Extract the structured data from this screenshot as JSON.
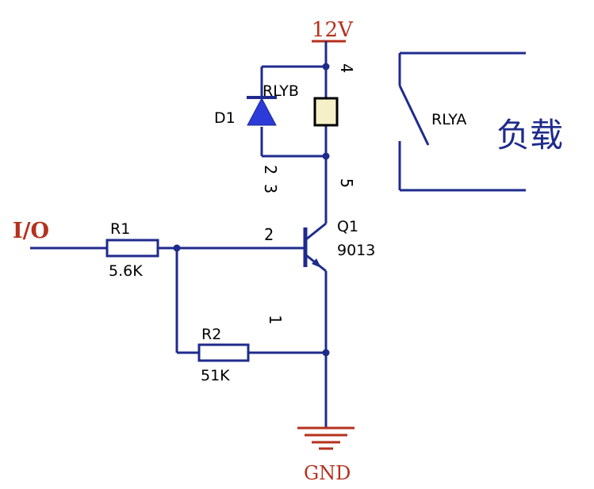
{
  "colors": {
    "wire": "#1f2b8c",
    "accent": "#b5311e",
    "load": "#1f2b8c",
    "coil_fill": "#f5f0c8",
    "dot": "#1f2b8c"
  },
  "labels": {
    "supply": "12V",
    "ground": "GND",
    "io": "I/O",
    "load": "负载"
  },
  "components": {
    "r1": {
      "ref": "R1",
      "value": "5.6K"
    },
    "r2": {
      "ref": "R2",
      "value": "51K"
    },
    "d1": {
      "ref": "D1",
      "icon": "diode-icon"
    },
    "q1": {
      "ref": "Q1",
      "value": "9013",
      "icon": "npn-transistor-icon"
    },
    "rlyb": {
      "ref": "RLYB",
      "icon": "relay-coil-icon"
    },
    "rlya": {
      "ref": "RLYA",
      "icon": "relay-switch-icon"
    }
  },
  "pins": {
    "coil_top": "4",
    "coil_bottom": "5",
    "diode_pins": "2 3",
    "base": "2",
    "emitter": "1"
  }
}
